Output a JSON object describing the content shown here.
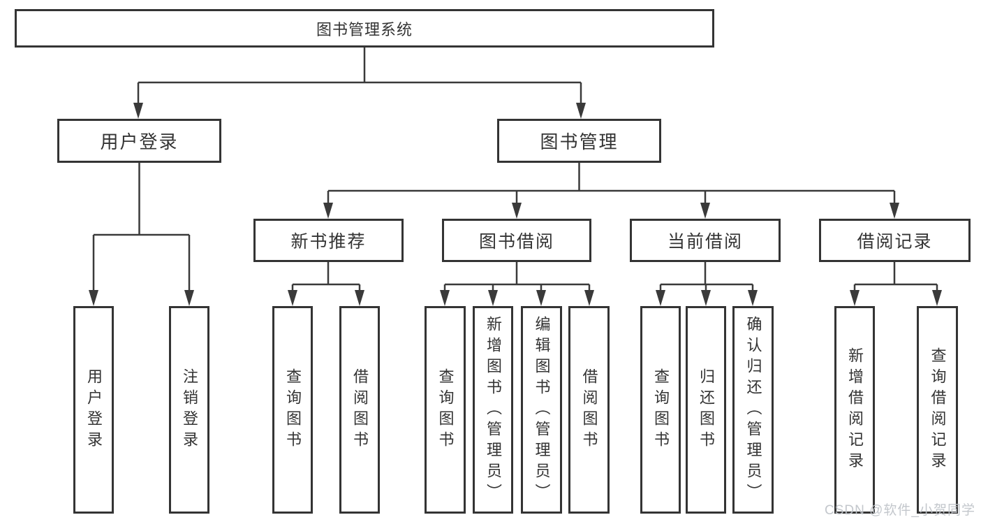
{
  "diagram": {
    "root": {
      "label": "图书管理系统"
    },
    "level1": [
      {
        "label": "用户登录"
      },
      {
        "label": "图书管理"
      }
    ],
    "level2": [
      {
        "label": "新书推荐"
      },
      {
        "label": "图书借阅"
      },
      {
        "label": "当前借阅"
      },
      {
        "label": "借阅记录"
      }
    ],
    "leaves": [
      {
        "label": "用户登录"
      },
      {
        "label": "注销登录"
      },
      {
        "label": "查询图书"
      },
      {
        "label": "借阅图书"
      },
      {
        "label": "查询图书"
      },
      {
        "label": "新增图书（管理员）"
      },
      {
        "label": "编辑图书（管理员）"
      },
      {
        "label": "借阅图书"
      },
      {
        "label": "查询图书"
      },
      {
        "label": "归还图书"
      },
      {
        "label": "确认归还（管理员）"
      },
      {
        "label": "新增借阅记录"
      },
      {
        "label": "查询借阅记录"
      }
    ]
  },
  "watermark": {
    "text": "CSDN @软件_小贺同学"
  },
  "colors": {
    "line": "#3a3a3a",
    "box_border": "#343434",
    "text": "#333333",
    "watermark": "#c0c4c9",
    "background": "#ffffff"
  }
}
